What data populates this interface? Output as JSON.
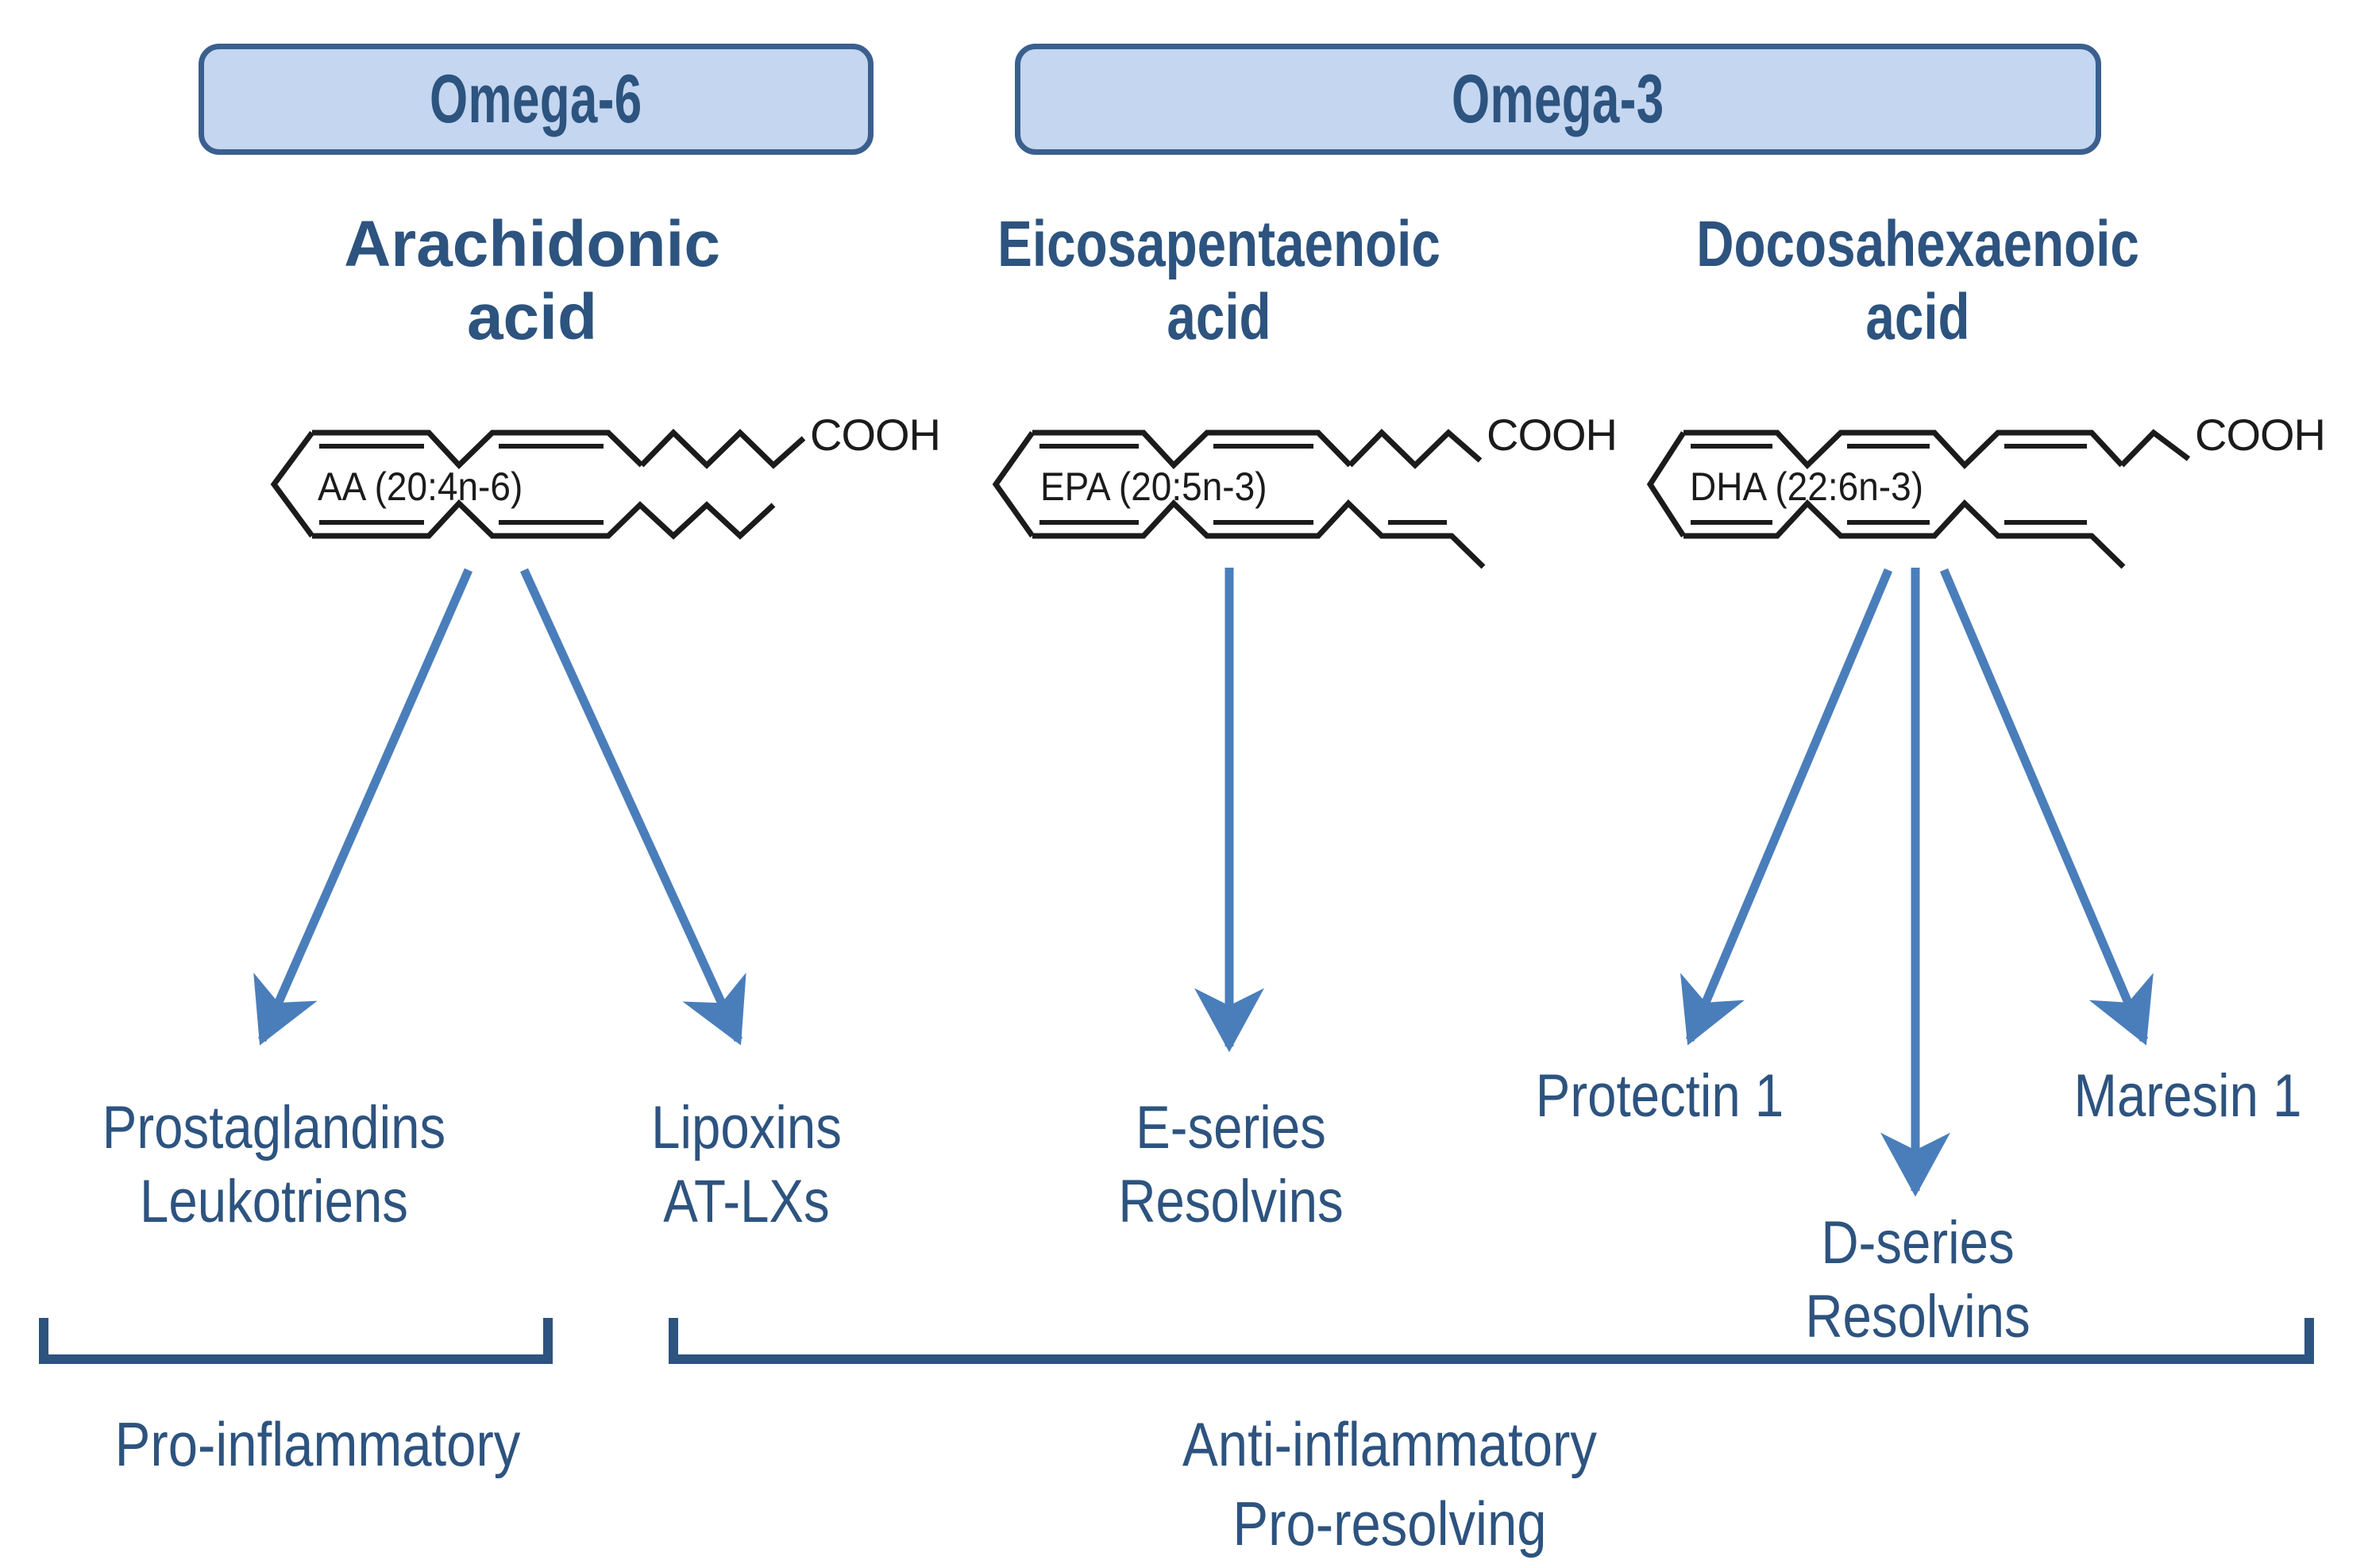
{
  "diagram": {
    "title": "Omega-6 and Omega-3 polyunsaturated fatty acid derived lipid mediators",
    "type": "pathway-diagram",
    "colors": {
      "box_fill": "#c4d6f0",
      "box_border": "#3a5f8f",
      "text_blue": "#2d537f",
      "arrow_blue": "#4a7ebb",
      "bracket_blue": "#2d537f",
      "structure_black": "#1b1b1b",
      "background": "#ffffff"
    }
  },
  "families": [
    {
      "id": "omega6",
      "label": "Omega-6"
    },
    {
      "id": "omega3",
      "label": "Omega-3"
    }
  ],
  "fatty_acids": [
    {
      "id": "aa",
      "name_line1": "Arachidonic",
      "name_line2": "acid",
      "structure_label": "AA (20:4n-6)",
      "terminal_group": "COOH",
      "family": "Omega-6"
    },
    {
      "id": "epa",
      "name_line1": "Eicosapentaenoic",
      "name_line2": "acid",
      "structure_label": "EPA (20:5n-3)",
      "terminal_group": "COOH",
      "family": "Omega-3"
    },
    {
      "id": "dha",
      "name_line1": "Docosahexaenoic",
      "name_line2": "acid",
      "structure_label": "DHA (22:6n-3)",
      "terminal_group": "COOH",
      "family": "Omega-3"
    }
  ],
  "products": [
    {
      "id": "prostaglandins",
      "line1": "Prostaglandins",
      "line2": "Leukotriens",
      "from": "aa"
    },
    {
      "id": "lipoxins",
      "line1": "Lipoxins",
      "line2": "AT-LXs",
      "from": "aa"
    },
    {
      "id": "e-series-resolvins",
      "line1": "E-series",
      "line2": "Resolvins",
      "from": "epa"
    },
    {
      "id": "protectin-1",
      "line1": "Protectin 1",
      "line2": "",
      "from": "dha"
    },
    {
      "id": "d-series-resolvins",
      "line1": "D-series",
      "line2": "Resolvins",
      "from": "dha"
    },
    {
      "id": "maresin-1",
      "line1": "Maresin 1",
      "line2": "",
      "from": "dha"
    }
  ],
  "outcomes": [
    {
      "id": "pro-inflammatory",
      "line1": "Pro-inflammatory",
      "line2": ""
    },
    {
      "id": "anti-inflammatory",
      "line1": "Anti-inflammatory",
      "line2": "Pro-resolving"
    }
  ]
}
